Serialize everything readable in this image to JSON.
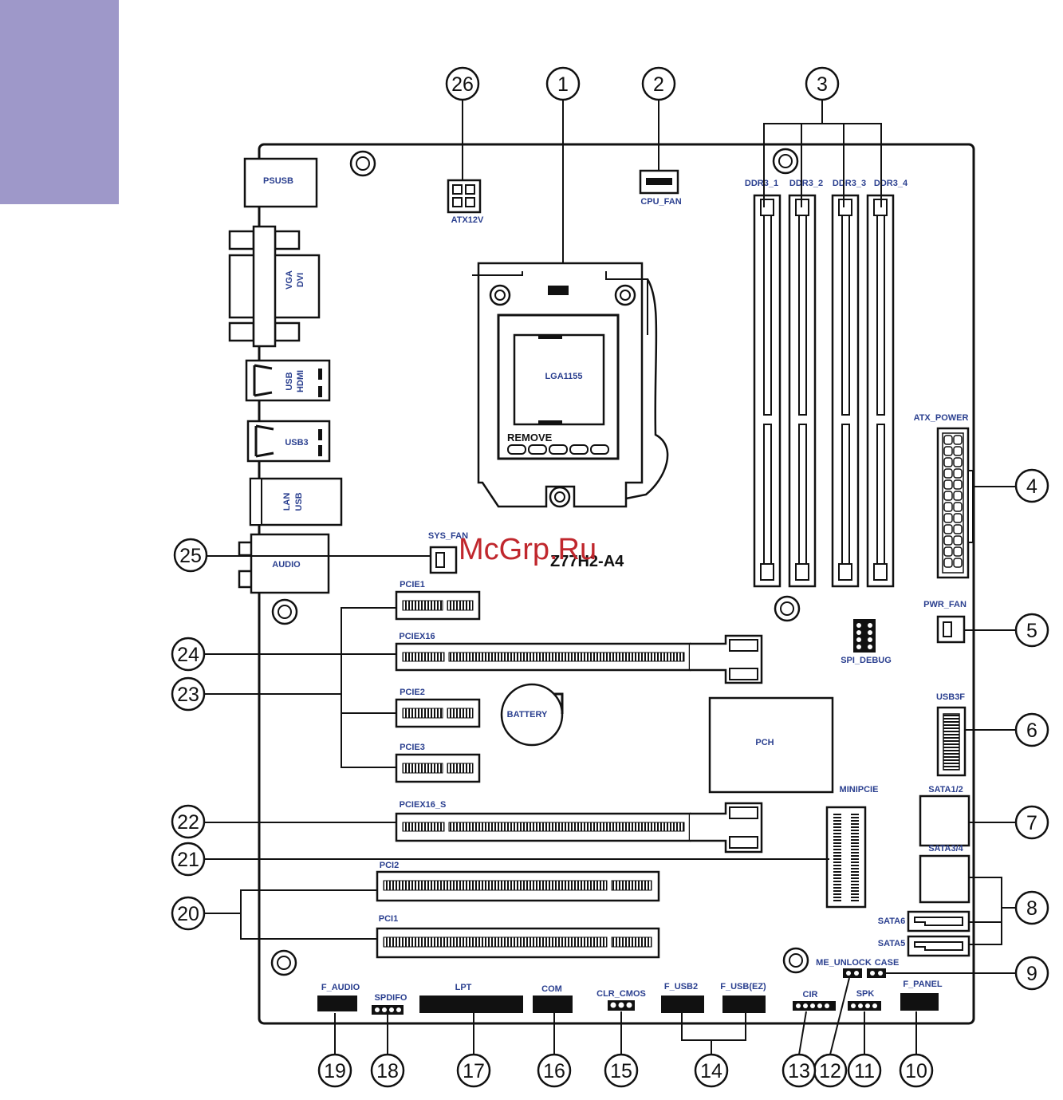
{
  "board_model": "Z77H2-A4",
  "watermark": "McGrp.Ru",
  "socket_label": "LGA1155",
  "socket_remove_label": "REMOVE",
  "chip_label": "PCH",
  "battery_label": "BATTERY",
  "connectors": {
    "psusb": "PSUSB",
    "vga": "VGA",
    "dvi": "DVI",
    "usb_hdmi_1": "USB",
    "usb_hdmi_2": "HDMI",
    "usb3": "USB3",
    "lan": "LAN",
    "lan_usb": "USB",
    "audio": "AUDIO",
    "atx12v": "ATX12V",
    "cpu_fan": "CPU_FAN",
    "ddr3_1": "DDR3_1",
    "ddr3_2": "DDR3_2",
    "ddr3_3": "DDR3_3",
    "ddr3_4": "DDR3_4",
    "atx_power": "ATX_POWER",
    "pwr_fan": "PWR_FAN",
    "spi_debug": "SPI_DEBUG",
    "usb3f": "USB3F",
    "sata12": "SATA1/2",
    "sata34": "SATA3/4",
    "sata6": "SATA6",
    "sata5": "SATA5",
    "me_unlock": "ME_UNLOCK",
    "case": "CASE",
    "f_panel": "F_PANEL",
    "spk": "SPK",
    "cir": "CIR",
    "f_usb_ez": "F_USB(EZ)",
    "f_usb2": "F_USB2",
    "clr_cmos": "CLR_CMOS",
    "com": "COM",
    "lpt": "LPT",
    "spdifo": "SPDIFO",
    "f_audio": "F_AUDIO",
    "sys_fan": "SYS_FAN",
    "pcie1": "PCIE1",
    "pciex16": "PCIEX16",
    "pcie2": "PCIE2",
    "pcie3": "PCIE3",
    "pciex16_s": "PCIEX16_S",
    "minipcie": "MINIPCIE",
    "pci2": "PCI2",
    "pci1": "PCI1"
  },
  "callouts": [
    "1",
    "2",
    "3",
    "4",
    "5",
    "6",
    "7",
    "8",
    "9",
    "10",
    "11",
    "12",
    "13",
    "14",
    "15",
    "16",
    "17",
    "18",
    "19",
    "20",
    "21",
    "22",
    "23",
    "24",
    "25",
    "26"
  ]
}
